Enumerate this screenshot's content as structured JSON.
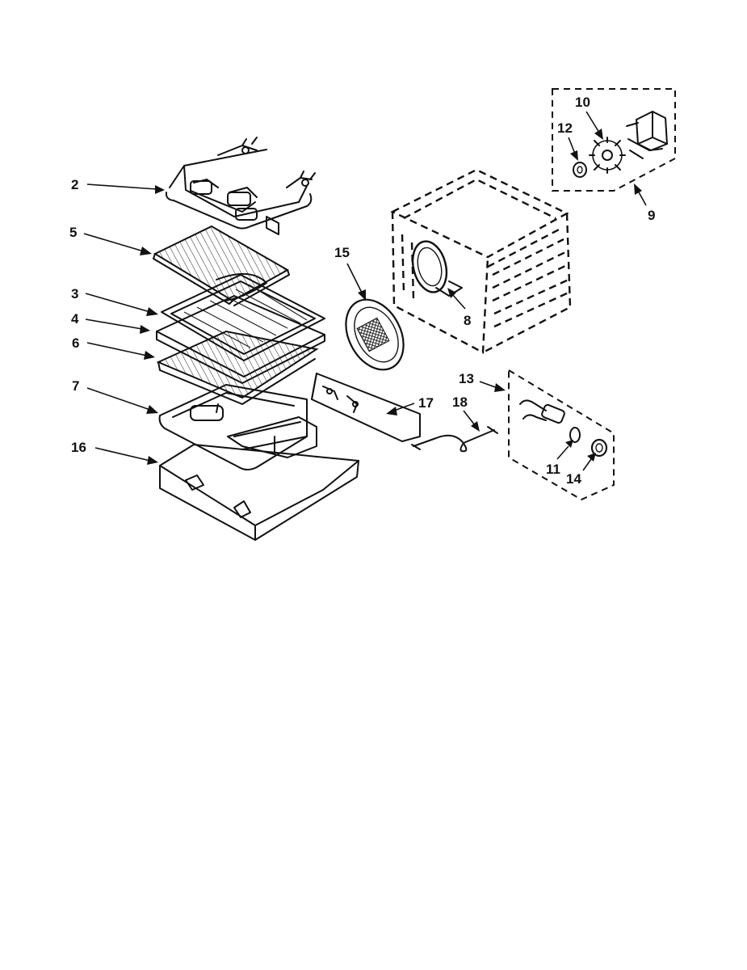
{
  "callouts": {
    "c2": "2",
    "c5": "5",
    "c3": "3",
    "c4": "4",
    "c6": "6",
    "c7": "7",
    "c16": "16",
    "c15": "15",
    "c8": "8",
    "c9": "9",
    "c10": "10",
    "c12": "12",
    "c13": "13",
    "c17": "17",
    "c18": "18",
    "c11": "11",
    "c14": "14"
  }
}
